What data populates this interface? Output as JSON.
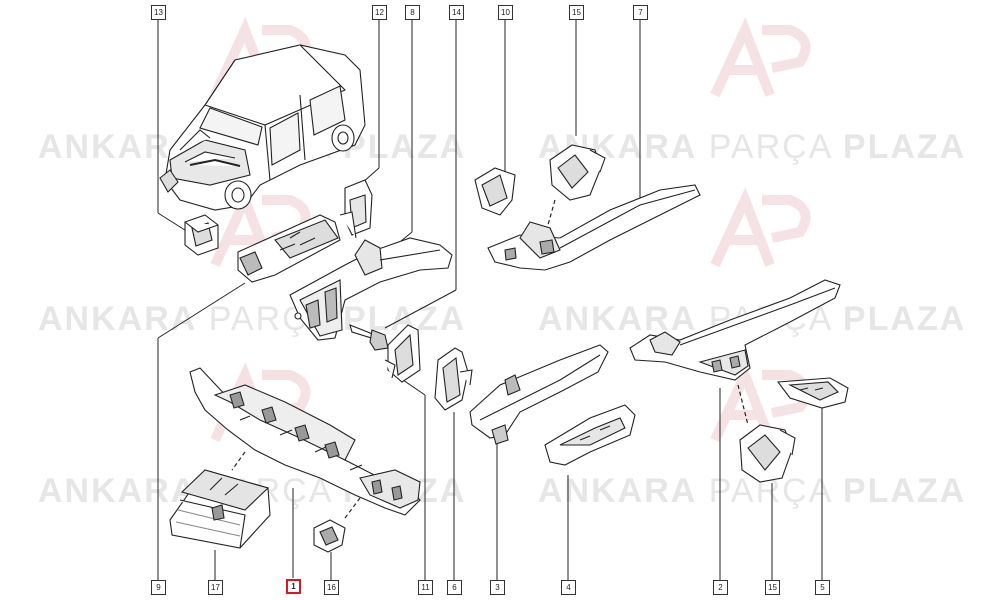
{
  "watermark": {
    "word1": "ANKARA",
    "word2": "PARÇA",
    "word3": "PLAZA",
    "color": "#e6e6e6"
  },
  "callouts": [
    {
      "id": "13",
      "highlight": false
    },
    {
      "id": "12",
      "highlight": false
    },
    {
      "id": "8",
      "highlight": false
    },
    {
      "id": "14",
      "highlight": false
    },
    {
      "id": "10",
      "highlight": false
    },
    {
      "id": "15",
      "highlight": false
    },
    {
      "id": "7",
      "highlight": false
    },
    {
      "id": "9",
      "highlight": false
    },
    {
      "id": "17",
      "highlight": false
    },
    {
      "id": "1",
      "highlight": true
    },
    {
      "id": "16",
      "highlight": false
    },
    {
      "id": "11",
      "highlight": false
    },
    {
      "id": "6",
      "highlight": false
    },
    {
      "id": "3",
      "highlight": false
    },
    {
      "id": "4",
      "highlight": false
    },
    {
      "id": "2",
      "highlight": false
    },
    {
      "id": "15b",
      "highlight": false
    },
    {
      "id": "5",
      "highlight": false
    }
  ],
  "labels": {
    "c13": "13",
    "c12": "12",
    "c8": "8",
    "c14": "14",
    "c10": "10",
    "c15": "15",
    "c7": "7",
    "c9": "9",
    "c17": "17",
    "c1": "1",
    "c16": "16",
    "c11": "11",
    "c6": "6",
    "c3": "3",
    "c4": "4",
    "c2": "2",
    "c15b": "15",
    "c5": "5"
  },
  "colors": {
    "line": "#222222",
    "highlight": "#e0141e"
  }
}
